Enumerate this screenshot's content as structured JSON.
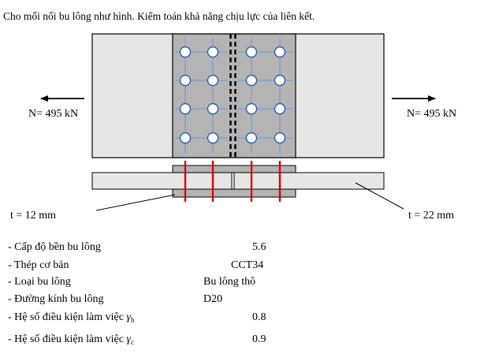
{
  "problem_statement": "Cho mối nối bu lông như hình. Kiểm toán khả năng chịu lực của liên kết.",
  "diagram": {
    "force_left": "N= 495 kN",
    "force_right": "N= 495 kN",
    "thickness_splice": "t = 12 mm",
    "thickness_main": "t = 22 mm",
    "bolt_grid": {
      "rows": 4,
      "columns_per_side": 2,
      "sides": 2
    },
    "colors": {
      "main_plate": "#e6e6e6",
      "splice_plate": "#b4b4b4",
      "bolt_fill": "#ffffff",
      "bolt_outline": "#2a5fb0",
      "center_line": "#5a8fd6",
      "section_line": "#e00000",
      "outline": "#000000"
    }
  },
  "specs": [
    {
      "label": "- Cấp độ bền bu lông",
      "value": "5.6"
    },
    {
      "label": "- Thép cơ bản",
      "value": "CCT34"
    },
    {
      "label": "- Loại bu lông",
      "value": "Bu lông thô"
    },
    {
      "label": "- Đường kính bu lông",
      "value": "D20"
    },
    {
      "label": "- Hệ số điều kiện làm việc ",
      "symbol": "γ",
      "subscript": "b",
      "value": "0.8"
    },
    {
      "label": "- Hệ số điều kiện làm việc ",
      "symbol": "γ",
      "subscript": "c",
      "value": "0.9"
    }
  ]
}
